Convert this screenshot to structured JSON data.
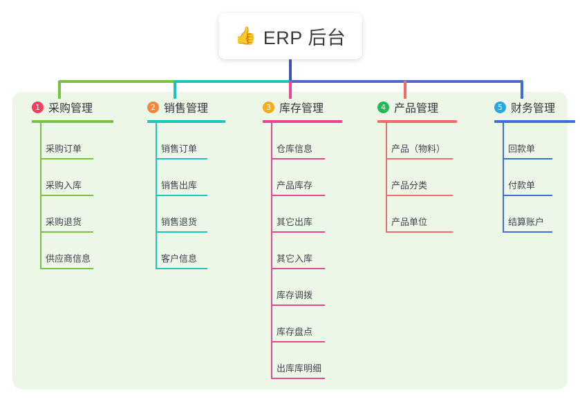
{
  "diagram": {
    "type": "mind-map",
    "background_color": "#ffffff",
    "panel_color": "#edf7e8",
    "root": {
      "icon": "thumbs-up-icon",
      "emoji": "👍",
      "title": "ERP 后台"
    },
    "columns": [
      {
        "number": "1",
        "badge_color": "#f0415f",
        "line_color": "#7ac043",
        "title": "采购管理",
        "items": [
          "采购订单",
          "采购入库",
          "采购退货",
          "供应商信息"
        ]
      },
      {
        "number": "2",
        "badge_color": "#f5873a",
        "line_color": "#1bc5bd",
        "title": "销售管理",
        "items": [
          "销售订单",
          "销售出库",
          "销售退货",
          "客户信息"
        ]
      },
      {
        "number": "3",
        "badge_color": "#f7b busy",
        "title": "库存管理",
        "items": [
          "仓库信息",
          "产品库存",
          "其它出库",
          "其它入库",
          "库存调拨",
          "库存盘点",
          "出库库明细"
        ]
      },
      {
        "number": "4",
        "badge_color": "#21ba58",
        "line_color": "#f26a6a",
        "title": "产品管理",
        "items": [
          "产品（物料）",
          "产品分类",
          "产品单位"
        ]
      },
      {
        "number": "5",
        "badge_color": "#29a8e0",
        "line_color": "#3a6fd8",
        "title": "财务管理",
        "items": [
          "回款单",
          "付款单",
          "结算账户"
        ]
      }
    ],
    "connector_colors": {
      "trunk": "#3f51b5",
      "segment_green": "#7ac043",
      "segment_teal": "#1bc5bd",
      "segment_blue": "#5a63c4",
      "drop_1": "#7ac043",
      "drop_2": "#1bc5bd",
      "drop_3": "#e8478f",
      "drop_4": "#f26a6a",
      "drop_5": "#3a6fd8"
    }
  }
}
